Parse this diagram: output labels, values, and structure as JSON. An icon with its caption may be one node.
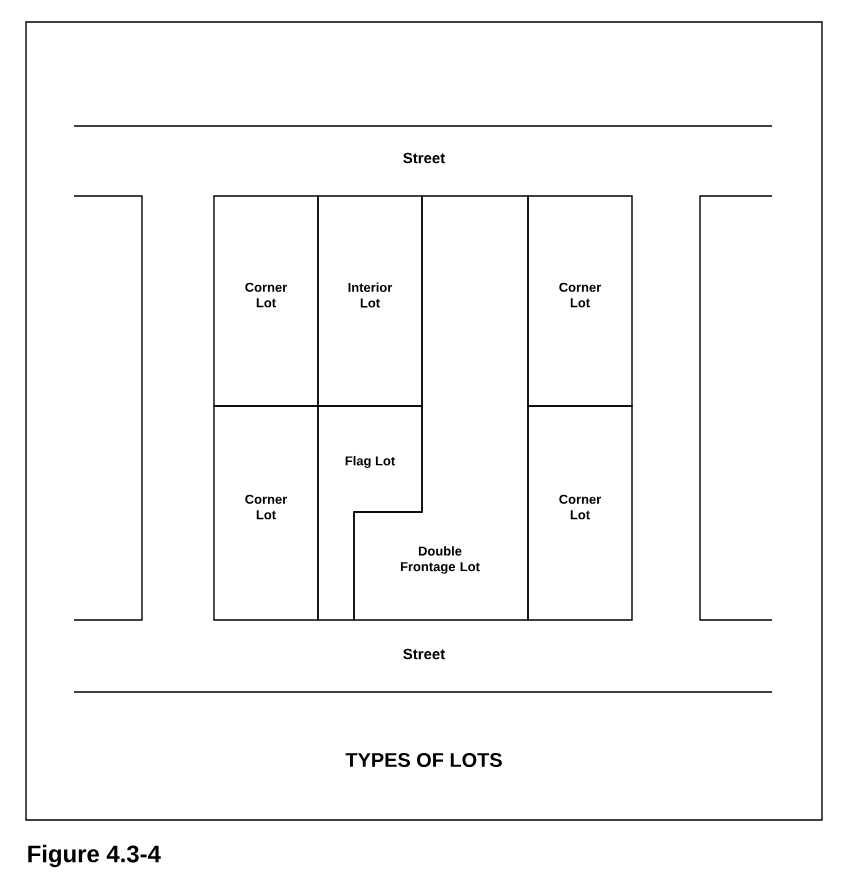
{
  "diagram": {
    "title": "TYPES OF LOTS",
    "caption": "Figure 4.3-4",
    "nodes": [
      {
        "text": [
          "Corner Lot"
        ]
      },
      {
        "text": [
          "Interior Lot"
        ]
      },
      {
        "text": [
          "Corner Lot"
        ]
      },
      {
        "text": [
          "Corner Lot"
        ]
      },
      {
        "text": [
          "Flag Lot"
        ]
      },
      {
        "text": [
          "Double Frontage Lot"
        ]
      },
      {
        "text": [
          "Corner Lot"
        ]
      }
    ],
    "edges": [],
    "labels": [
      "Street",
      "Street"
    ]
  }
}
